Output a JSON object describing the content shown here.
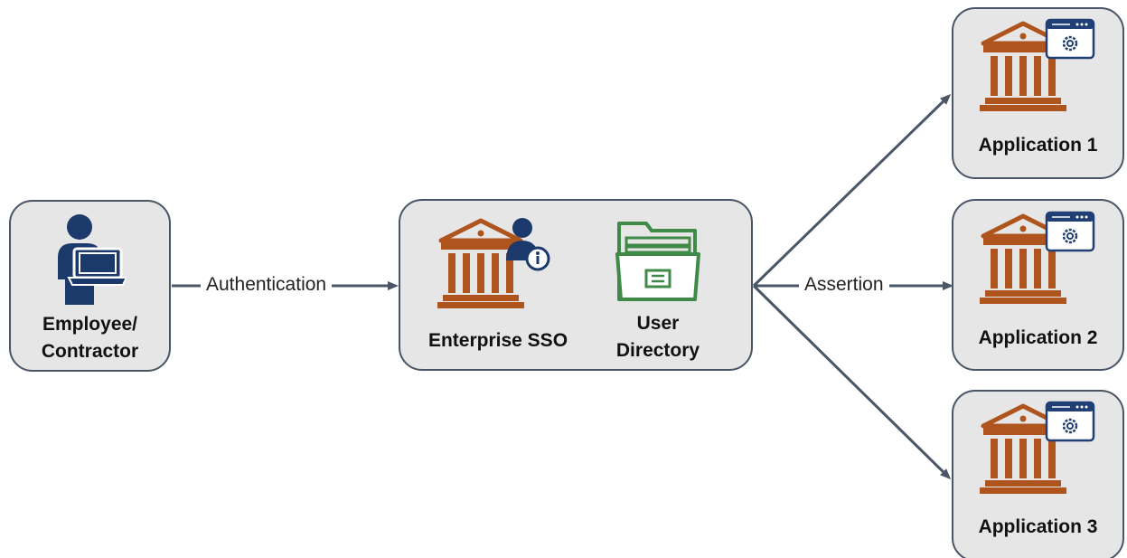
{
  "nodes": {
    "user": {
      "label_line1": "Employee/",
      "label_line2": "Contractor",
      "icon": "person-with-laptop-icon"
    },
    "sso": {
      "label": "Enterprise SSO",
      "icon": "institution-user-info-icon"
    },
    "directory": {
      "label_line1": "User",
      "label_line2": "Directory",
      "icon": "file-folder-icon"
    },
    "app1": {
      "label": "Application 1",
      "icon": "institution-app-gear-icon"
    },
    "app2": {
      "label": "Application 2",
      "icon": "institution-app-gear-icon"
    },
    "app3": {
      "label": "Application 3",
      "icon": "institution-app-gear-icon"
    }
  },
  "edges": {
    "authentication": "Authentication",
    "assertion": "Assertion"
  },
  "colors": {
    "box_fill": "#e6e6e6",
    "box_border": "#4a5565",
    "arrow": "#4a5565",
    "institution": "#b0541e",
    "person": "#1b3a6b",
    "folder": "#3f8a46",
    "app_window": "#1f3f75"
  }
}
